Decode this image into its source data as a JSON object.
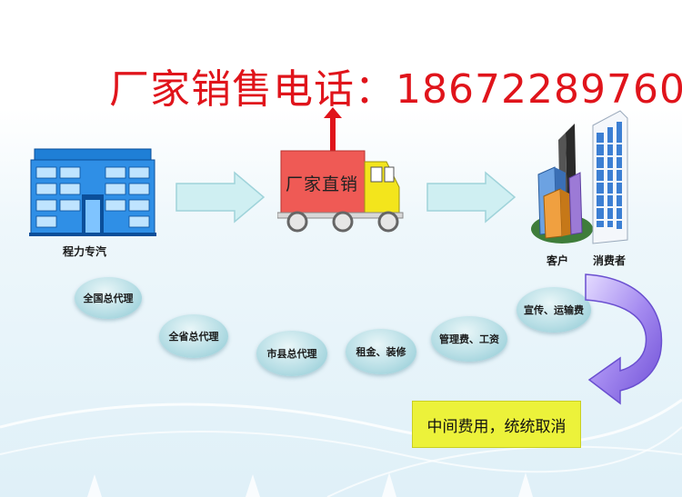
{
  "headline": "厂家销售电话：18672289760",
  "factory_label": "程力专汽",
  "truck_label": "厂家直销",
  "customer_label": "客户",
  "consumer_label": "消费者",
  "bubbles": [
    "全国总代理",
    "全省总代理",
    "市县总代理",
    "租金、装修",
    "管理费、工资",
    "宣传、运输费"
  ],
  "note": "中间费用，统统取消",
  "colors": {
    "headline": "#e0141b",
    "truck_box": "#ef5a55",
    "truck_cab": "#f3e51c",
    "note_bg": "#ecf23a",
    "arrow_fill": "#cfeff2",
    "curve_arrow": "#8b6fe0"
  }
}
